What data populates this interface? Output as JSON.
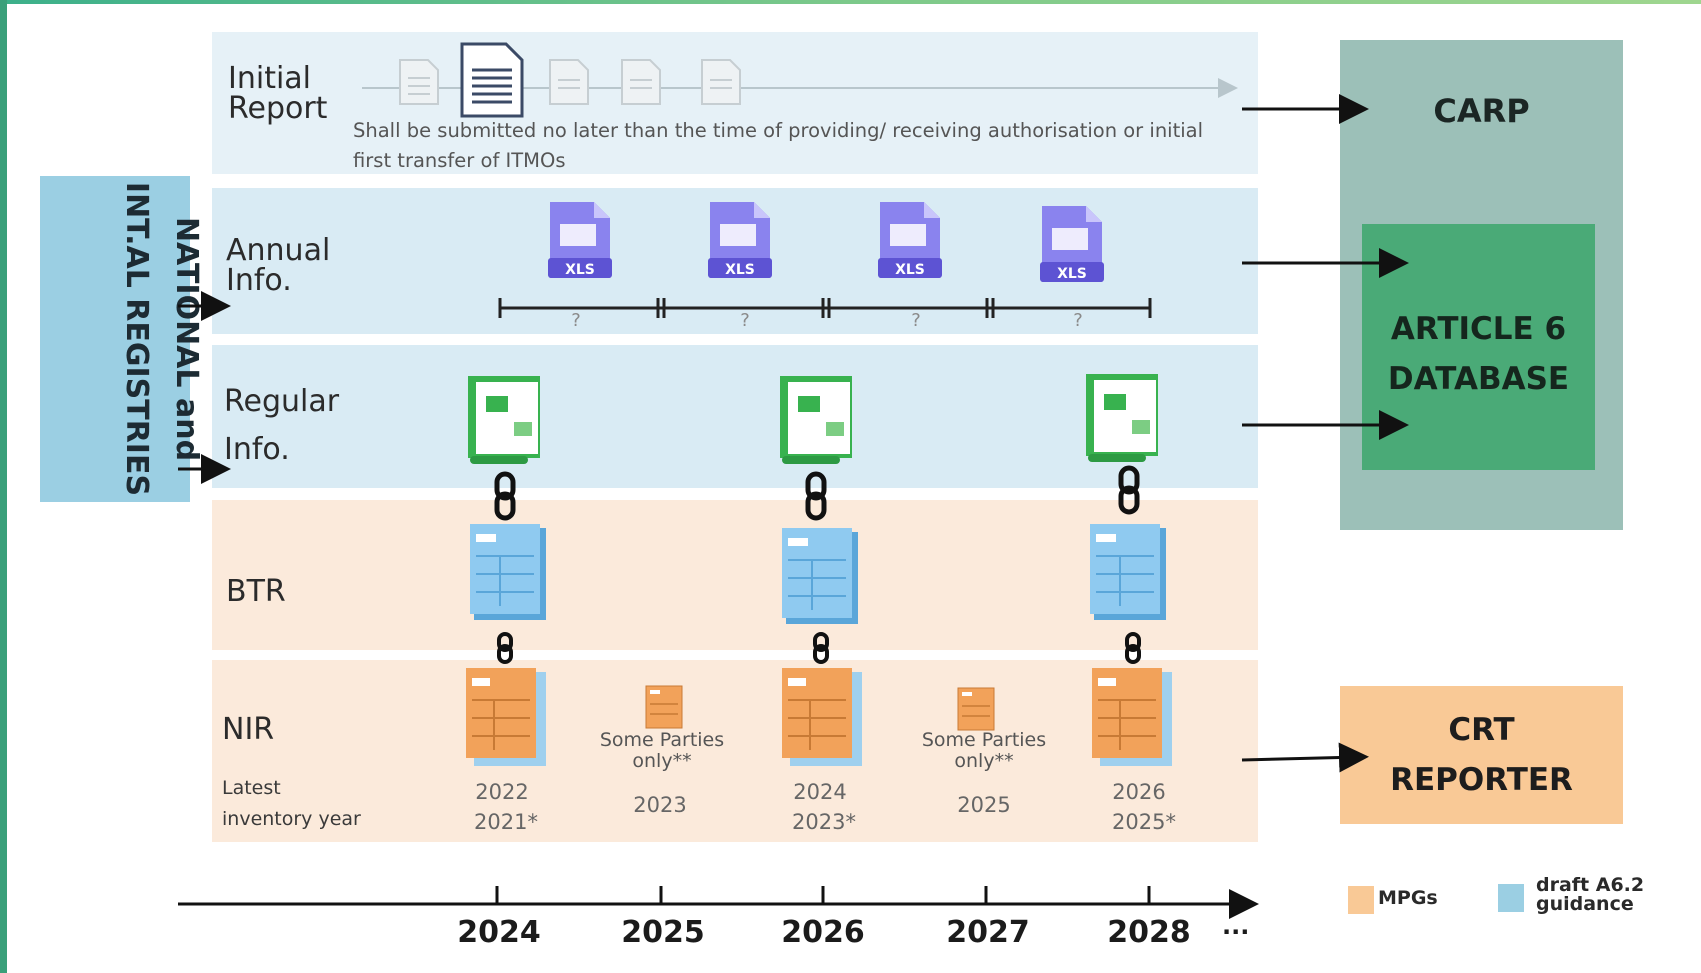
{
  "rows": {
    "initial": "Initial\nReport",
    "annual": "Annual\nInfo.",
    "regular": "Regular\nInfo.",
    "btr": "BTR",
    "nir": "NIR"
  },
  "initial_note": "Shall be submitted no later than the time of providing/ receiving authorisation or initial first transfer of ITMOs",
  "left_box": "NATIONAL and\nINT.AL REGISTRIES",
  "carp": "CARP",
  "article6": "ARTICLE 6\nDATABASE",
  "crt": "CRT\nREPORTER",
  "xls_label": "XLS",
  "question": "?",
  "nir_latest": "Latest\ninventory year",
  "nir_columns": [
    {
      "line1": "2022",
      "line2": "2021*"
    },
    {
      "some": "Some Parties\nonly**",
      "year": "2023"
    },
    {
      "line1": "2024",
      "line2": "2023*"
    },
    {
      "some": "Some Parties\nonly**",
      "year": "2025"
    },
    {
      "line1": "2026",
      "line2": "2025*"
    }
  ],
  "timeline": {
    "years": [
      "2024",
      "2025",
      "2026",
      "2027",
      "2028"
    ],
    "more": "..."
  },
  "legend": [
    {
      "label": "MPGs",
      "color": "#f9c996"
    },
    {
      "label": "draft A6.2\nguidance",
      "color": "#9bcfe3"
    }
  ],
  "colors": {
    "xls_purple": "#6c63d9",
    "green_doc": "#3dbb55",
    "blue_doc": "#6fb3e0",
    "orange_doc": "#f2a25a"
  }
}
